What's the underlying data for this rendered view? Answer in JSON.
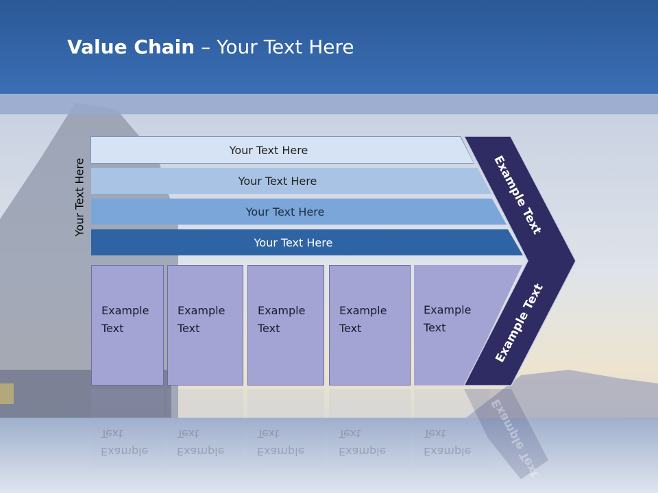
{
  "title": {
    "bold": "Value Chain",
    "rest": " – Your Text Here"
  },
  "side_label": "Your Text Here",
  "bands": [
    "Your Text Here",
    "Your Text Here",
    "Your Text Here",
    "Your Text Here"
  ],
  "boxes": [
    {
      "line1": "Example",
      "line2": "Text"
    },
    {
      "line1": "Example",
      "line2": "Text"
    },
    {
      "line1": "Example",
      "line2": "Text"
    },
    {
      "line1": "Example",
      "line2": "Text"
    },
    {
      "line1": "Example",
      "line2": "Text"
    }
  ],
  "chevron": {
    "upper": "Example Text",
    "lower": "Example Text"
  },
  "colors": {
    "header": "#2f5d9c",
    "chevron": "#2e2c63",
    "boxes": "#a3a3d4"
  }
}
